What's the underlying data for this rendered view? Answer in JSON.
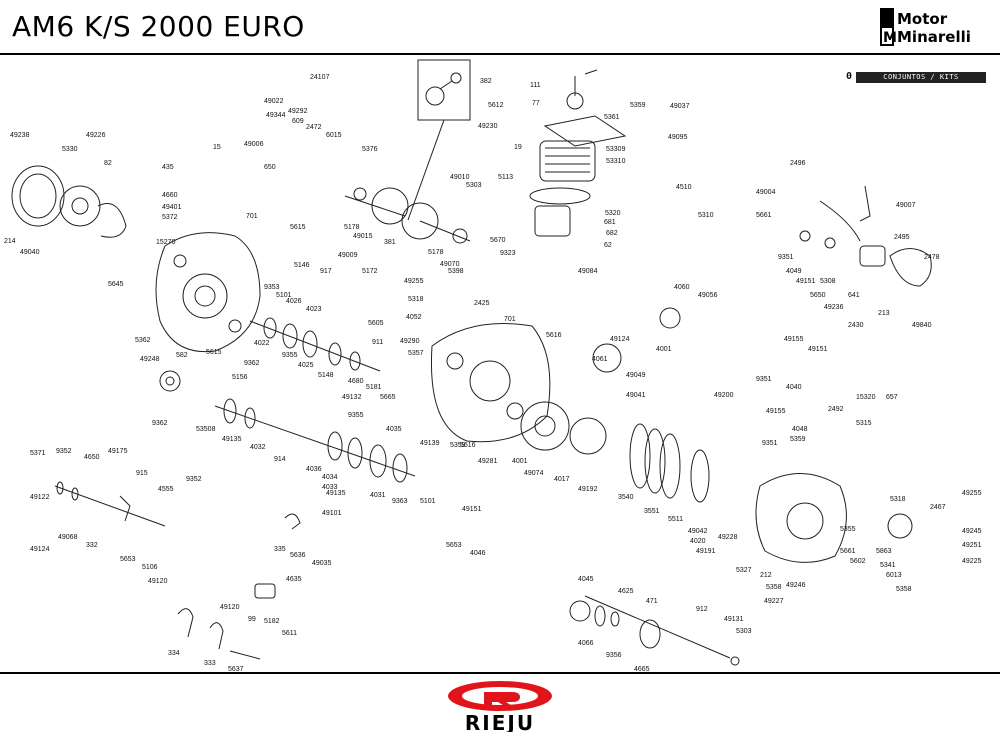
{
  "header": {
    "title": "AM6 K/S 2000 EURO",
    "brand_logo_text": "Motor Minarelli"
  },
  "section": {
    "number": "0",
    "label": "CONJUNTOS / KITS"
  },
  "footer": {
    "brand": "RIEJU"
  },
  "parts": [
    "24107",
    "49022",
    "49292",
    "49344",
    "609",
    "2472",
    "6015",
    "15",
    "49006",
    "650",
    "435",
    "4660",
    "49401",
    "5372",
    "49238",
    "49226",
    "5330",
    "82",
    "214",
    "49040",
    "701",
    "15270",
    "5615",
    "5645",
    "5362",
    "49248",
    "5615",
    "582",
    "9362",
    "5376",
    "5178",
    "49015",
    "381",
    "5178",
    "49070",
    "5398",
    "49010",
    "5303",
    "5113",
    "5670",
    "9323",
    "382",
    "111",
    "77",
    "5612",
    "49230",
    "19",
    "5359",
    "49037",
    "5361",
    "49095",
    "53309",
    "53310",
    "4510",
    "5320",
    "681",
    "682",
    "62",
    "5310",
    "49084",
    "5146",
    "917",
    "49009",
    "5172",
    "5101",
    "9353",
    "4026",
    "4023",
    "4022",
    "9355",
    "4025",
    "5605",
    "911",
    "5148",
    "4680",
    "5181",
    "49132",
    "5665",
    "49255",
    "5318",
    "2425",
    "4052",
    "701",
    "49290",
    "5357",
    "5616",
    "49124",
    "4061",
    "49049",
    "4060",
    "49056",
    "4001",
    "5156",
    "9362",
    "53508",
    "49135",
    "4032",
    "914",
    "9355",
    "4035",
    "4036",
    "4034",
    "4033",
    "49135",
    "4031",
    "9363",
    "5101",
    "49139",
    "4001",
    "49281",
    "5359",
    "5616",
    "49074",
    "4017",
    "49041",
    "49192",
    "3540",
    "3551",
    "5511",
    "49042",
    "4020",
    "49191",
    "49228",
    "49200",
    "2496",
    "49004",
    "49007",
    "5661",
    "2495",
    "2478",
    "9351",
    "4049",
    "49151",
    "5308",
    "5650",
    "641",
    "49236",
    "213",
    "2430",
    "49840",
    "49155",
    "49151",
    "9351",
    "4040",
    "15320",
    "657",
    "2492",
    "49155",
    "4048",
    "5359",
    "9351",
    "5315",
    "9352",
    "5371",
    "4650",
    "49175",
    "915",
    "4555",
    "9352",
    "49122",
    "49124",
    "49068",
    "332",
    "5653",
    "5106",
    "49120",
    "49101",
    "335",
    "5636",
    "49035",
    "49151",
    "5653",
    "4046",
    "5327",
    "212",
    "5358",
    "49227",
    "49246",
    "5318",
    "2467",
    "49255",
    "5355",
    "5661",
    "5602",
    "5863",
    "5341",
    "6013",
    "49245",
    "49251",
    "49225",
    "5358",
    "4635",
    "49120",
    "99",
    "5182",
    "5611",
    "334",
    "333",
    "5637",
    "4045",
    "4625",
    "471",
    "912",
    "49131",
    "5303",
    "4066",
    "9356",
    "4665"
  ]
}
